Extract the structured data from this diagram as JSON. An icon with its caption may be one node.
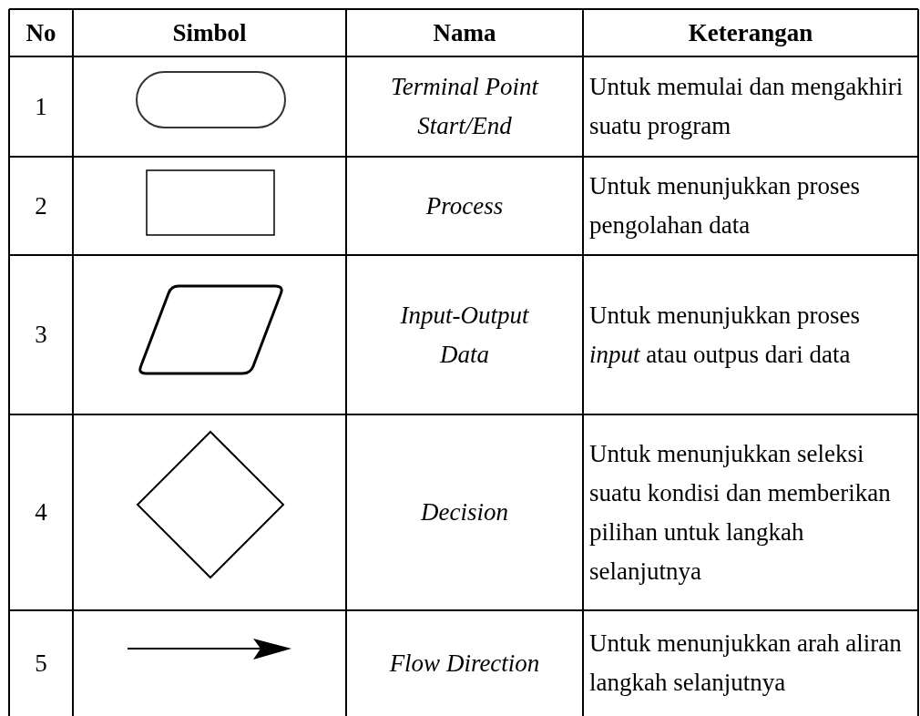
{
  "diagram": {
    "nodes": [
      {
        "text": [],
        "shape": "stadium"
      },
      {
        "text": [],
        "shape": "box"
      },
      {
        "text": [],
        "shape": "parallelogram"
      },
      {
        "text": [],
        "shape": "diamond"
      }
    ],
    "labels": [
      "No",
      "Simbol",
      "Nama",
      "Keterangan",
      "1",
      "Terminal Point Start/End",
      "Untuk memulai dan mengakhiri suatu program",
      "2",
      "Process",
      "Untuk menunjukkan proses pengolahan data",
      "3",
      "Input-Output Data",
      "Untuk menunjukkan proses *input* atau outpus dari data",
      "4",
      "Decision",
      "Untuk menunjukkan seleksi suatu kondisi dan memberikan pilihan untuk langkah selanjutnya",
      "5",
      "Flow Direction",
      "Untuk menunjukkan arah aliran langkah selanjutnya"
    ]
  }
}
